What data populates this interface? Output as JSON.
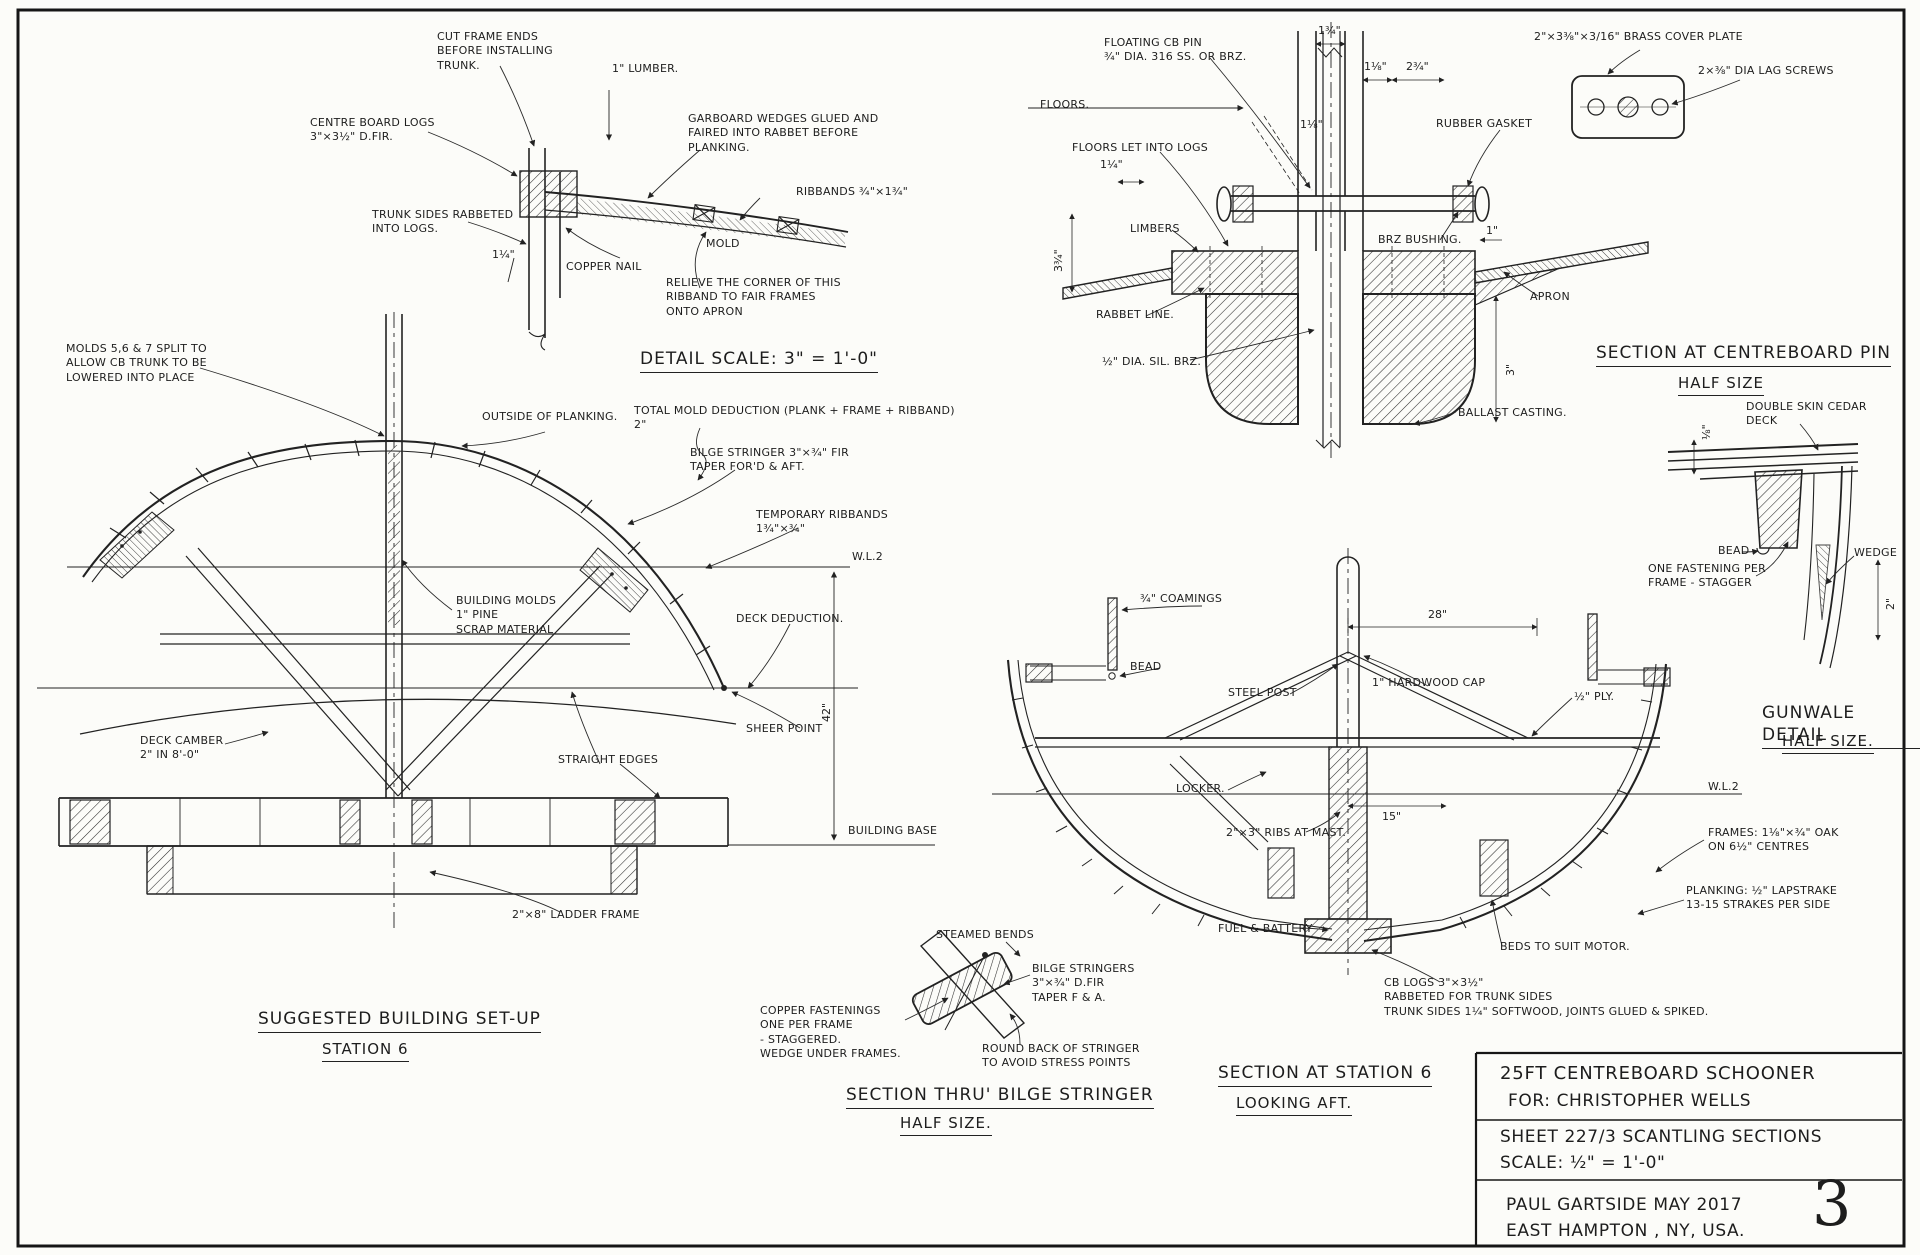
{
  "sheet": {
    "number": "3"
  },
  "trunk_detail": {
    "cut_frames": "CUT FRAME ENDS\nBEFORE INSTALLING\nTRUNK.",
    "lumber": "1\" LUMBER.",
    "cb_logs": "CENTRE BOARD LOGS\n3\"×3½\" D.FIR.",
    "garboard": "GARBOARD WEDGES GLUED AND\nFAIRED INTO RABBET BEFORE\nPLANKING.",
    "ribbands": "RIBBANDS ¾\"×1¾\"",
    "trunk_sides": "TRUNK SIDES RABBETED\nINTO LOGS.",
    "copper_nail": "COPPER NAIL",
    "dim_a": "1¼\"",
    "mold": "MOLD",
    "relieve": "RELIEVE THE CORNER OF THIS\nRIBBAND TO FAIR FRAMES\nONTO APRON",
    "scale_title": "DETAIL SCALE: 3\" = 1'-0\""
  },
  "building_setup": {
    "molds_split": "MOLDS 5,6 & 7 SPLIT TO\nALLOW CB TRUNK TO BE\nLOWERED INTO PLACE",
    "outside_planking": "OUTSIDE OF PLANKING.",
    "total_deduction": "TOTAL MOLD DEDUCTION (PLANK + FRAME + RIBBAND) 2\"",
    "bilge_stringer": "BILGE STRINGER 3\"×¾\" FIR\nTAPER FOR'D & AFT.",
    "temp_ribbands": "TEMPORARY RIBBANDS\n1¾\"×¾\"",
    "waterline": "W.L.2",
    "building_molds": "BUILDING MOLDS\n1\" PINE\nSCRAP MATERIAL",
    "deck_deduction": "DECK DEDUCTION.",
    "deck_camber": "DECK CAMBER\n2\" IN 8'-0\"",
    "straight_edges": "STRAIGHT EDGES",
    "sheer_point": "SHEER POINT",
    "building_base": "BUILDING BASE",
    "ladder_frame": "2\"×8\" LADDER FRAME",
    "dim_height": "42\"",
    "title": "SUGGESTED BUILDING SET-UP",
    "subtitle": "STATION 6"
  },
  "bilge_detail": {
    "steamed_bends": "STEAMED BENDS",
    "stringers": "BILGE STRINGERS\n3\"×¾\" D.FIR\nTAPER F & A.",
    "copper_fastenings": "COPPER FASTENINGS\nONE PER FRAME\n- STAGGERED.\nWEDGE UNDER FRAMES.",
    "round_back": "ROUND BACK OF STRINGER\nTO AVOID STRESS POINTS",
    "title": "SECTION THRU' BILGE STRINGER",
    "subtitle": "HALF SIZE."
  },
  "pin_section": {
    "floating_pin": "FLOATING CB PIN\n¾\" DIA. 316 SS. OR BRZ.",
    "cover_plate": "2\"×3⅜\"×3/16\" BRASS COVER PLATE",
    "lag_screws": "2×⅜\" DIA LAG SCREWS",
    "floors": "FLOORS.",
    "rubber_gasket": "RUBBER GASKET",
    "floors_let": "FLOORS LET INTO LOGS",
    "limbers": "LIMBERS",
    "brz_bushing": "BRZ BUSHING.",
    "apron": "APRON",
    "rabbet_line": "RABBET LINE.",
    "sil_brz": "½\" DIA. SIL. BRZ.",
    "ballast": "BALLAST CASTING.",
    "dims": {
      "a": "1¾\"",
      "b": "1⅛\"",
      "c": "2¾\"",
      "d": "1⅛\"",
      "e": "1¼\"",
      "f": "3¾\"",
      "g": "1\"",
      "h": "3\""
    },
    "title": "SECTION AT CENTREBOARD PIN",
    "subtitle": "HALF SIZE"
  },
  "gunwale_detail": {
    "double_skin": "DOUBLE SKIN CEDAR\nDECK",
    "dim_deck": "⅛\"",
    "bead": "BEAD",
    "one_fastening": "ONE FASTENING PER\nFRAME - STAGGER",
    "wedge": "WEDGE",
    "dim_depth": "2\"",
    "title": "GUNWALE DETAIL",
    "subtitle": "HALF SIZE."
  },
  "station6": {
    "coamings": "¾\" COAMINGS",
    "bead": "BEAD",
    "dim_half_beam": "28\"",
    "steel_post": "STEEL POST",
    "hardwood_cap": "1\" HARDWOOD CAP",
    "ply": "½\" PLY.",
    "locker": "LOCKER.",
    "dim_trunk": "15\"",
    "waterline": "W.L.2",
    "ribs_at_mast": "2\"×3\" RIBS AT MAST.",
    "frames": "FRAMES: 1⅛\"×¾\" OAK\nON 6½\" CENTRES",
    "fuel_battery": "FUEL & BATTERY",
    "planking": "PLANKING: ½\" LAPSTRAKE\n13-15 STRAKES PER SIDE",
    "beds_motor": "BEDS TO SUIT MOTOR.",
    "cb_logs": "CB LOGS 3\"×3½\"\nRABBETED FOR TRUNK SIDES\nTRUNK SIDES 1¼\" SOFTWOOD, JOINTS GLUED & SPIKED.",
    "title": "SECTION AT STATION 6",
    "subtitle": "LOOKING AFT."
  },
  "title_block": {
    "line1": "25FT CENTREBOARD SCHOONER",
    "line2": "FOR:  CHRISTOPHER WELLS",
    "line3": "SHEET 227/3 SCANTLING SECTIONS",
    "line4": "SCALE:  ½\" = 1'-0\"",
    "line5": "PAUL GARTSIDE     MAY 2017",
    "line6": "EAST HAMPTON , NY,  USA."
  }
}
